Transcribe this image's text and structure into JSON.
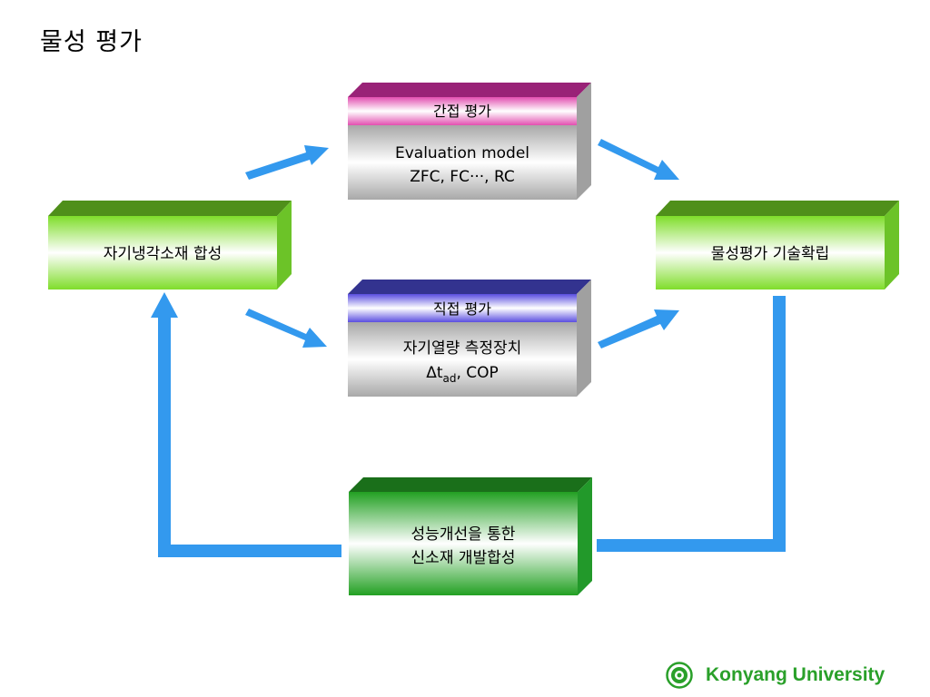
{
  "page": {
    "title": "물성 평가"
  },
  "boxes": {
    "synthesis": {
      "label": "자기냉각소재 합성"
    },
    "indirect": {
      "header": "간접 평가",
      "line1": "Evaluation model",
      "line2": "ZFC, FC···, RC"
    },
    "direct": {
      "header": "직접 평가",
      "line1": "자기열량 측정장치",
      "delta_t": "Δt",
      "subscript": "ad",
      "suffix": ", COP"
    },
    "establish": {
      "label": "물성평가 기술확립"
    },
    "improve": {
      "line1": "성능개선을 통한",
      "line2": "신소재 개발합성"
    }
  },
  "footer": {
    "university": "Konyang University",
    "logo_icon": "university-seal-icon"
  },
  "colors": {
    "arrow": "#3399ee",
    "light_green": "#88dd33",
    "dark_green": "#229922",
    "magenta": "#cc3399",
    "purple": "#5544cc",
    "gray": "#a0a0a0"
  }
}
